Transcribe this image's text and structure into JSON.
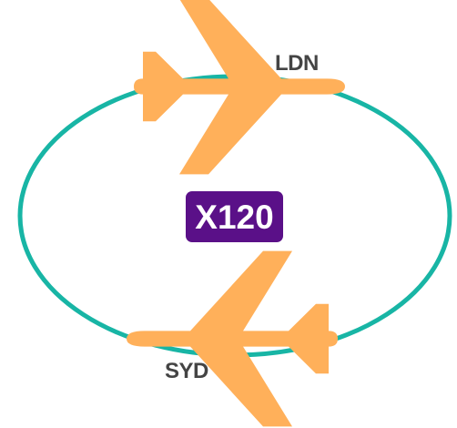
{
  "route": {
    "origin": "LDN",
    "destination": "SYD",
    "flight_code": "X120"
  },
  "icons": {
    "outbound_plane": "airplane-icon",
    "return_plane": "airplane-icon"
  },
  "colors": {
    "route_loop": "#18b5a5",
    "plane": "#ffb05a",
    "badge_background": "#5a1088",
    "badge_text": "#ffffff",
    "airport_text": "#444444"
  }
}
